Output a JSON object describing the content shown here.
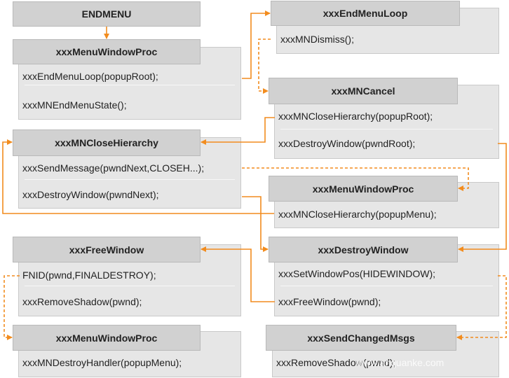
{
  "boxes": {
    "endmenu": {
      "title": "ENDMENU"
    },
    "menuwindowproc_1": {
      "title": "xxxMenuWindowProc",
      "rows": [
        "xxxEndMenuLoop(popupRoot);",
        "xxxMNEndMenuState();"
      ]
    },
    "endmenuloop": {
      "title": "xxxEndMenuLoop",
      "rows": [
        "xxxMNDismiss();"
      ]
    },
    "mncancel": {
      "title": "xxxMNCancel",
      "rows": [
        "xxxMNCloseHierarchy(popupRoot);",
        "xxxDestroyWindow(pwndRoot);"
      ]
    },
    "mnclosehierarchy": {
      "title": "xxxMNCloseHierarchy",
      "rows": [
        "xxxSendMessage(pwndNext,CLOSEH...);",
        "xxxDestroyWindow(pwndNext);"
      ]
    },
    "menuwindowproc_2": {
      "title": "xxxMenuWindowProc",
      "rows": [
        "xxxMNCloseHierarchy(popupMenu);"
      ]
    },
    "freewindow": {
      "title": "xxxFreeWindow",
      "rows": [
        "FNID(pwnd,FINALDESTROY);",
        "xxxRemoveShadow(pwnd);"
      ]
    },
    "destroywindow": {
      "title": "xxxDestroyWindow",
      "rows": [
        "xxxSetWindowPos(HIDEWINDOW);",
        "xxxFreeWindow(pwnd);"
      ]
    },
    "menuwindowproc_3": {
      "title": "xxxMenuWindowProc",
      "rows": [
        "xxxMNDestroyHandler(popupMenu);"
      ]
    },
    "sendchangedmsgs": {
      "title": "xxxSendChangedMsgs",
      "rows": [
        "xxxRemoveShadow(pwnd);"
      ]
    }
  },
  "watermark": "www.anquanke.com",
  "colors": {
    "arrow": "#f28c1e",
    "header": "#d1d1d1",
    "body": "#e6e6e6"
  }
}
